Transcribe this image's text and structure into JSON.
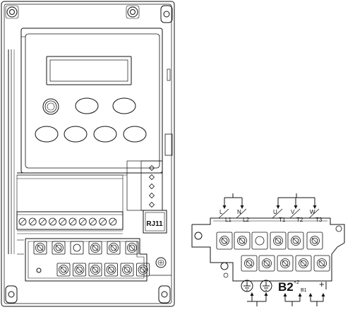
{
  "drive": {
    "port_label": "RJ11",
    "control_terminal_count": 10,
    "upper_power_terminal_count": 6,
    "lower_power_terminal_count": 6,
    "led_count": 5
  },
  "terminal_block": {
    "upper_labels": [
      {
        "letter": "L",
        "sub": "L1"
      },
      {
        "letter": "N",
        "sub": "L2"
      },
      {
        "letter": "U",
        "sub": "T1"
      },
      {
        "letter": "V",
        "sub": "T2"
      },
      {
        "letter": "W",
        "sub": "T3"
      }
    ],
    "lower_labels": {
      "ground_1": "⏚",
      "ground_2": "⏚",
      "b2": "B2",
      "plus_superscript": "+2",
      "b1": "B1",
      "plus": "+",
      "minus": "−"
    },
    "upper_screw_count": 6,
    "lower_screw_count": 5
  }
}
